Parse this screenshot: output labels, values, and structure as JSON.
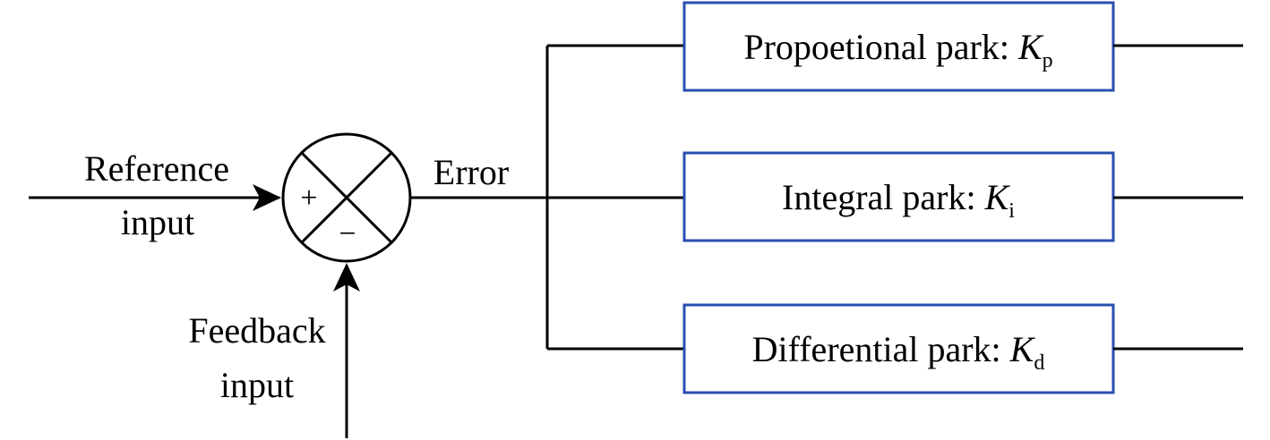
{
  "summing_junction": {
    "plus_sign": "+",
    "minus_sign": "−"
  },
  "labels": {
    "reference_line1": "Reference",
    "reference_line2": "input",
    "feedback_line1": "Feedback",
    "feedback_line2": "input",
    "error": "Error"
  },
  "blocks": {
    "proportional": {
      "text": "Propoetional park: ",
      "gain_symbol": "K",
      "gain_subscript": "p"
    },
    "integral": {
      "text": "Integral park: ",
      "gain_symbol": "K",
      "gain_subscript": "i"
    },
    "differential": {
      "text": "Differential park: ",
      "gain_symbol": "K",
      "gain_subscript": "d"
    }
  },
  "colors": {
    "block_border": "#2a4fb0",
    "line": "#000000"
  }
}
